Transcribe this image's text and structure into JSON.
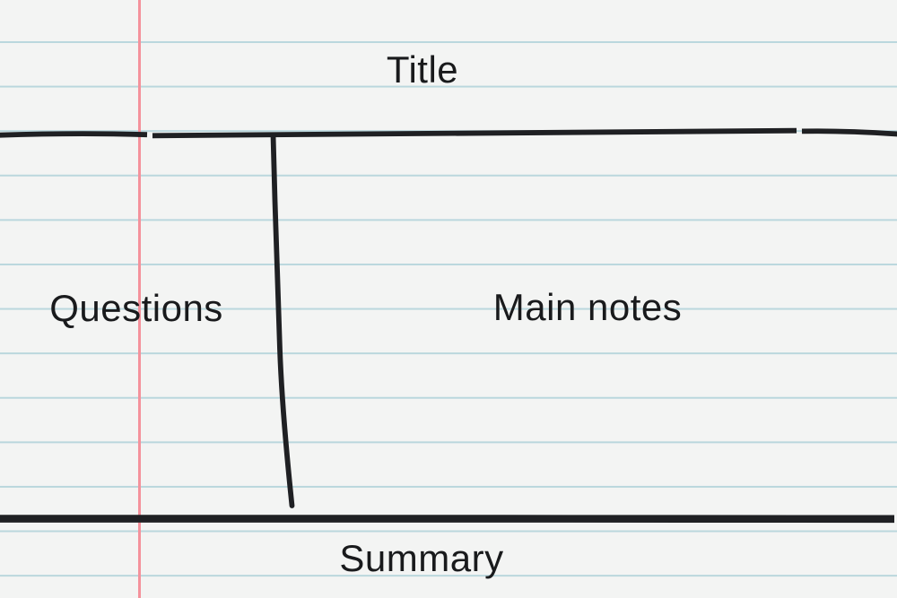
{
  "sections": {
    "title": "Title",
    "questions": "Questions",
    "main_notes": "Main notes",
    "summary": "Summary"
  },
  "colors": {
    "paper": "#f3f4f3",
    "ruled_line": "#bad7dd",
    "margin_line": "#f4929c",
    "ink": "#1f2023",
    "text": "#191a1c"
  }
}
